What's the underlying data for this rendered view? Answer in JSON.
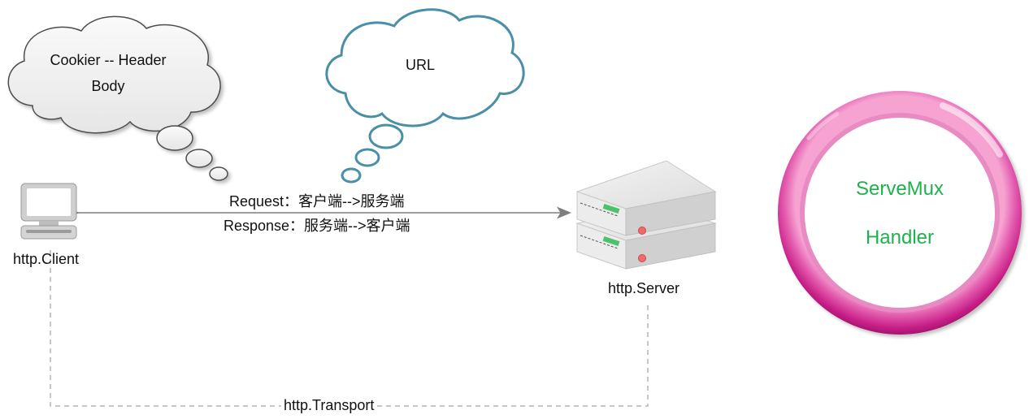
{
  "clouds": {
    "left_line1": "Cookier -- Header",
    "left_line2": "Body",
    "right": "URL"
  },
  "arrows": {
    "request": "Request：客户端-->服务端",
    "response": "Response：服务端-->客户端"
  },
  "nodes": {
    "client": "http.Client",
    "server": "http.Server",
    "transport": "http.Transport"
  },
  "ring": {
    "line1": "ServeMux",
    "line2": "Handler"
  },
  "colors": {
    "cloud_grey_outline": "#4d4d4d",
    "cloud_teal_outline": "#4a8fa8",
    "ring_magenta": "#cc2a8f",
    "ring_text": "#1db34a",
    "connector": "#7f7f7f",
    "dashed": "#b3b3b3"
  }
}
